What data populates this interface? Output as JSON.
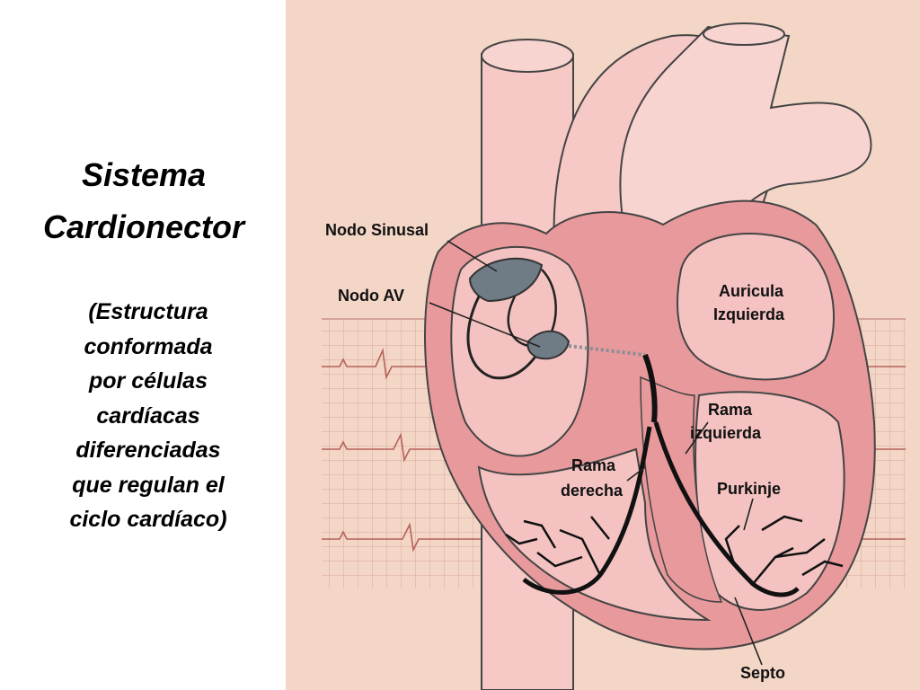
{
  "title_lines": [
    "Sistema",
    "Cardionector"
  ],
  "subtitle_lines": [
    "(Estructura",
    "conformada",
    "por células",
    "cardíacas",
    " diferenciadas",
    "que regulan el",
    " ciclo cardíaco)"
  ],
  "labels": {
    "nodo_sinusal": "Nodo Sinusal",
    "nodo_av": "Nodo AV",
    "auricula_1": "Auricula",
    "auricula_2": "Izquierda",
    "rama_izq_1": "Rama",
    "rama_izq_2": "izquierda",
    "rama_der_1": "Rama",
    "rama_der_2": "derecha",
    "purkinje": "Purkinje",
    "septo": "Septo"
  },
  "colors": {
    "background_figure": "#f3d6c6",
    "grid": "#d9a7a0",
    "tissue_light": "#f4c3c1",
    "tissue_dark": "#e8999b",
    "outline": "#444444",
    "node_fill": "#6f7c86"
  }
}
